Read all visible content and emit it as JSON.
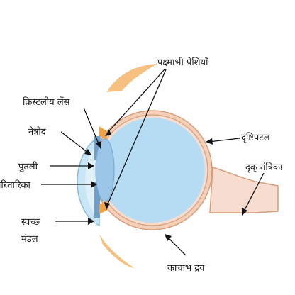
{
  "labels": {
    "ciliary_muscles": "पक्ष्माभी पेशियाँ",
    "crystalline_lens": "क्रिस्टलीय लेंस",
    "aqueous_humour": "नेत्रोद",
    "pupil": "पुतली",
    "iris": "परितारिका",
    "cornea_line1": "स्वच्छ",
    "cornea_line2": "मंडल",
    "retina": "दृष्टिपटल",
    "optic_nerve": "दृक् तंत्रिका",
    "vitreous_humour": "काचाभ द्रव"
  },
  "colors": {
    "vitreous": "#b6dcf4",
    "sclera": "#f3d0b9",
    "retina_line": "#d79d79",
    "cornea": "#c8e6f5",
    "iris": "#6f9fc8",
    "lens": "#9cc6e8",
    "ciliary": "#f0a44a",
    "leader": "#111111"
  }
}
